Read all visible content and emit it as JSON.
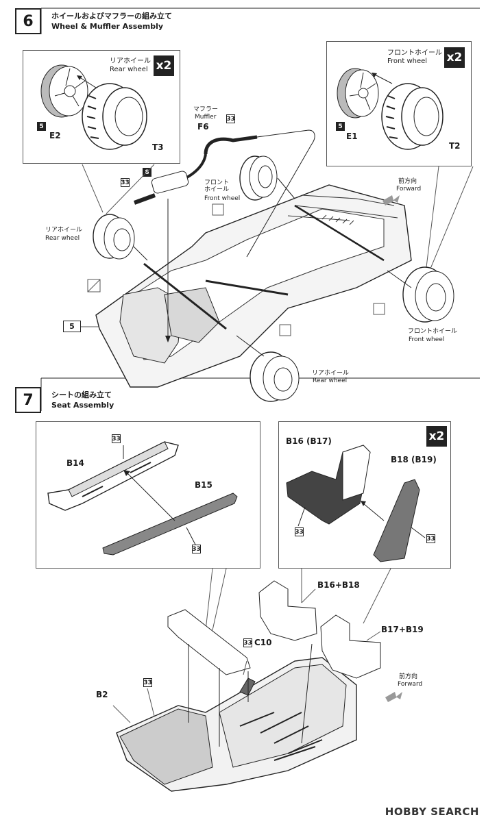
{
  "step6": {
    "number": "6",
    "title_jp": "ホイールおよびマフラーの組み立て",
    "title_en": "Wheel & Muffler Assembly",
    "rear_wheel_box": {
      "label_jp": "リアホイール",
      "label_en": "Rear wheel",
      "qty": "x2",
      "part_wheel": "E2",
      "part_tire": "T3",
      "wheel_ref": "5"
    },
    "front_wheel_box": {
      "label_jp": "フロントホイール",
      "label_en": "Front wheel",
      "qty": "x2",
      "part_wheel": "E1",
      "part_tire": "T2",
      "wheel_ref": "5"
    },
    "muffler": {
      "label_jp": "マフラー",
      "label_en": "Muffler",
      "part": "F6",
      "glue": "33"
    },
    "muffler_lower": {
      "ref": "8",
      "glue": "33"
    },
    "front_wheel_center": {
      "label_jp": "フロント\nホイール",
      "label_en": "Front wheel"
    },
    "rear_wheel_left": {
      "label_jp": "リアホイール",
      "label_en": "Rear wheel"
    },
    "front_wheel_right": {
      "label_jp": "フロントホイール",
      "label_en": "Front wheel"
    },
    "rear_wheel_bottom": {
      "label_jp": "リアホイール",
      "label_en": "Rear wheel"
    },
    "forward": {
      "label_jp": "前方向",
      "label_en": "Forward"
    },
    "chassis_ref": "5"
  },
  "step7": {
    "number": "7",
    "title_jp": "シートの組み立て",
    "title_en": "Seat Assembly",
    "left_box": {
      "part_a": "B14",
      "part_b": "B15",
      "glue_a": "33",
      "glue_b": "33"
    },
    "right_box": {
      "qty": "x2",
      "part_a": "B16 (B17)",
      "part_b": "B18 (B19)",
      "glue_a": "33",
      "glue_b": "33"
    },
    "combo_a": "B16+B18",
    "combo_b": "B17+B19",
    "part_c10": "C10",
    "glue_c10": "33",
    "part_b2": "B2",
    "glue_b2": "33",
    "forward": {
      "label_jp": "前方向",
      "label_en": "Forward"
    }
  },
  "watermark": "HOBBY SEARCH"
}
